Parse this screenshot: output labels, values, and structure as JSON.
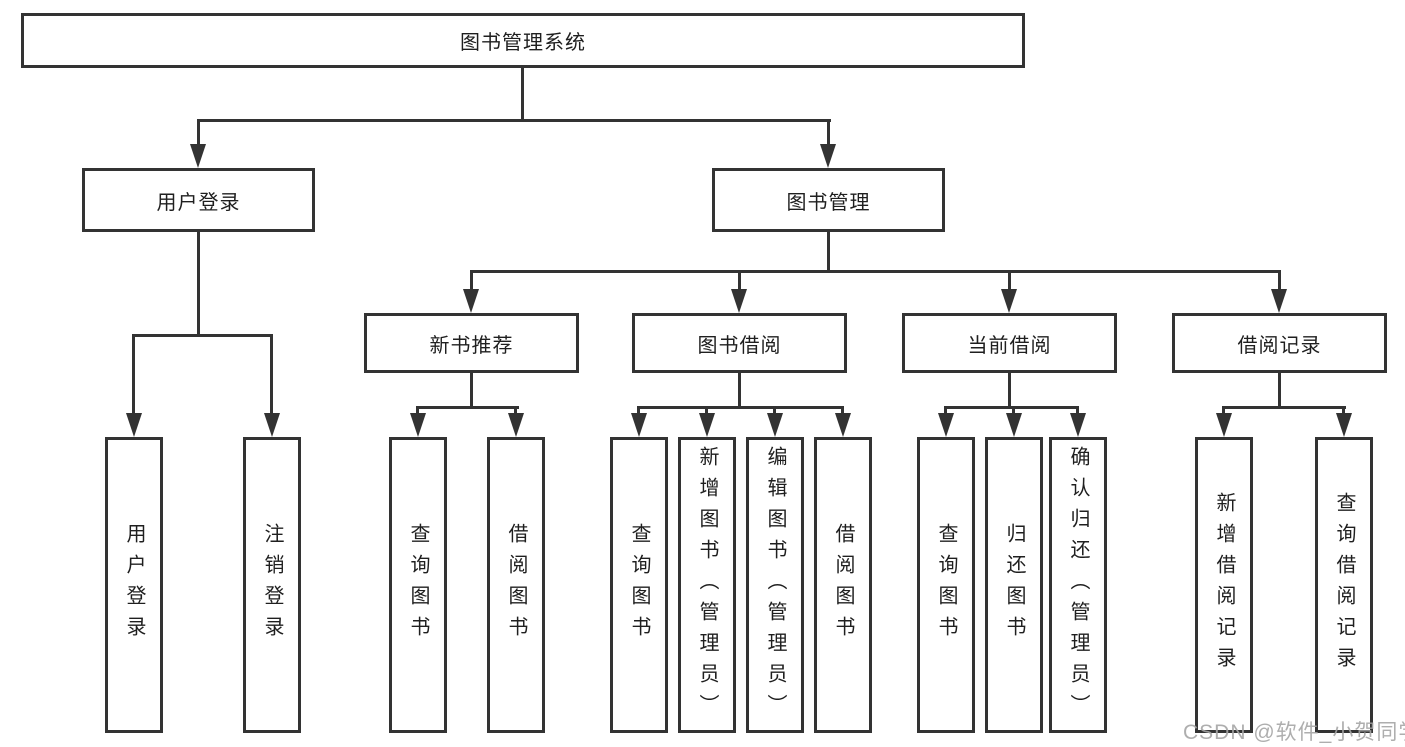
{
  "diagram_type": "hierarchy-tree",
  "colors": {
    "line": "#333333",
    "box_border": "#333333",
    "text": "#1f1f1f",
    "background": "#ffffff",
    "watermark": "#a5a5a5"
  },
  "tree": {
    "label": "图书管理系统",
    "children": [
      {
        "label": "用户登录",
        "children": [
          {
            "label": "用户登录"
          },
          {
            "label": "注销登录"
          }
        ]
      },
      {
        "label": "图书管理",
        "children": [
          {
            "label": "新书推荐",
            "children": [
              {
                "label": "查询图书"
              },
              {
                "label": "借阅图书"
              }
            ]
          },
          {
            "label": "图书借阅",
            "children": [
              {
                "label": "查询图书"
              },
              {
                "label": "新增图书（管理员）"
              },
              {
                "label": "编辑图书（管理员）"
              },
              {
                "label": "借阅图书"
              }
            ]
          },
          {
            "label": "当前借阅",
            "children": [
              {
                "label": "查询图书"
              },
              {
                "label": "归还图书"
              },
              {
                "label": "确认归还（管理员）"
              }
            ]
          },
          {
            "label": "借阅记录",
            "children": [
              {
                "label": "新增借阅记录"
              },
              {
                "label": "查询借阅记录"
              }
            ]
          }
        ]
      }
    ]
  },
  "watermark": {
    "text": "CSDN @软件_小贺同学"
  }
}
